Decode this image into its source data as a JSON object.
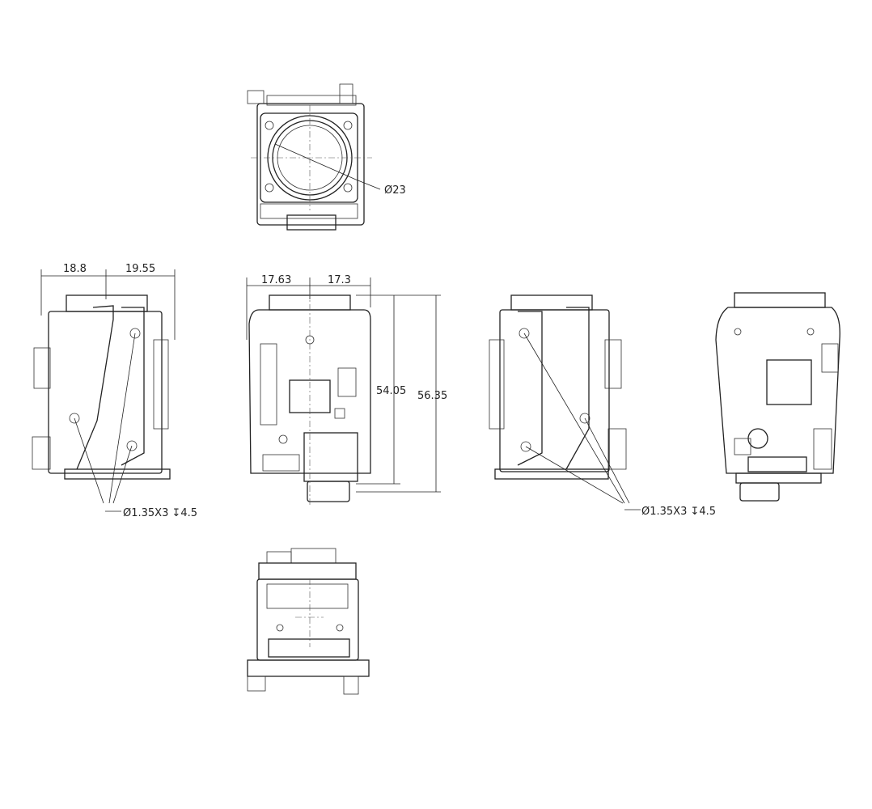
{
  "title": "Camera module dimensional drawing",
  "dimensions": {
    "front_lens_diameter": "Ø23",
    "left_view_width_a": "18.8",
    "left_view_width_b": "19.55",
    "center_width_a": "17.63",
    "center_width_b": "17.3",
    "center_height_inner": "54.05",
    "center_height_outer": "56.35",
    "mount_hole_left": "Ø1.35X3 ↧4.5",
    "mount_hole_right": "Ø1.35X3 ↧4.5"
  }
}
